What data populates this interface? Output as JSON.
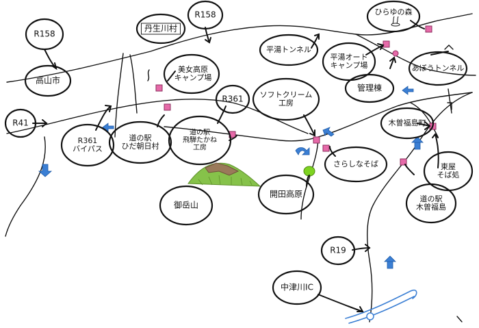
{
  "labels": {
    "r158_left": "R158",
    "takayama": "高山市",
    "r41": "R41",
    "r361_bypass": "R361\nバイパス",
    "michinoeki_hida": "道の駅\nひだ朝日村",
    "nyukawa": "丹生川村",
    "r158_top": "R158",
    "mizubasho_camp": "美女高原\nキャンプ場",
    "r361": "R361",
    "michinoeki_hida_takane": "道の駅\n飛騨たかね\n工房",
    "ontake": "御岳山",
    "softcream": "ソフトクリーム\n工房",
    "kaidakogen": "開田高原",
    "sarashina": "さらしなそば",
    "hiraatunnel": "平湯トンネル",
    "hirayu_camp": "平湯オート\nキャンプ場",
    "hirayu_forest": "ひらゆの森",
    "kanritou": "管理棟",
    "abotunnel": "あぼうトンネル",
    "kisofukushima_town": "木曽福島町",
    "higashiya": "東屋\nそば処",
    "michinoeki_kiso": "道の駅\n木曽福島",
    "r19": "R19",
    "nakatsugawa_ic": "中津川IC"
  },
  "colors": {
    "ink": "#111111",
    "marker": "#e66aa9",
    "arrow_blue": "#3b7fd4",
    "river": "#3b7fd4",
    "mountain_brown": "#9a7a5a",
    "mountain_green": "#86c24a",
    "park_green": "#7ed321"
  },
  "icons": {
    "hotspring": "hotspring-icon",
    "marker": "pink-square-marker"
  }
}
